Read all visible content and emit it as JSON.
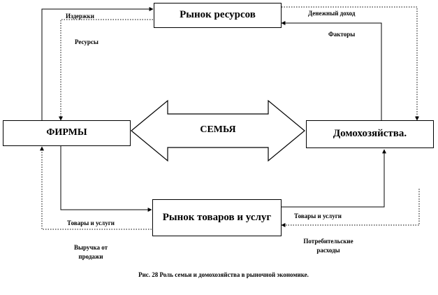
{
  "nodes": {
    "resource_market": "Рынок ресурсов",
    "firms": "ФИРМЫ",
    "households": "Домохозяйства.",
    "goods_market": "Рынок товаров и услуг",
    "family": "СЕМЬЯ"
  },
  "labels": {
    "costs": "Издержки",
    "resources": "Ресурсы",
    "money_income": "Денежный доход",
    "factors": "Факторы",
    "goods_left": "Товары и услуги",
    "goods_right": "Товары и услуги",
    "revenue_line1": "Выручка от",
    "revenue_line2": "продажи",
    "consumer_line1": "Потребительские",
    "consumer_line2": "расходы"
  },
  "caption": "Рис. 28 Роль семьи и домохозяйства в рыночной экономике.",
  "colors": {
    "line": "#000000",
    "background": "#ffffff"
  }
}
